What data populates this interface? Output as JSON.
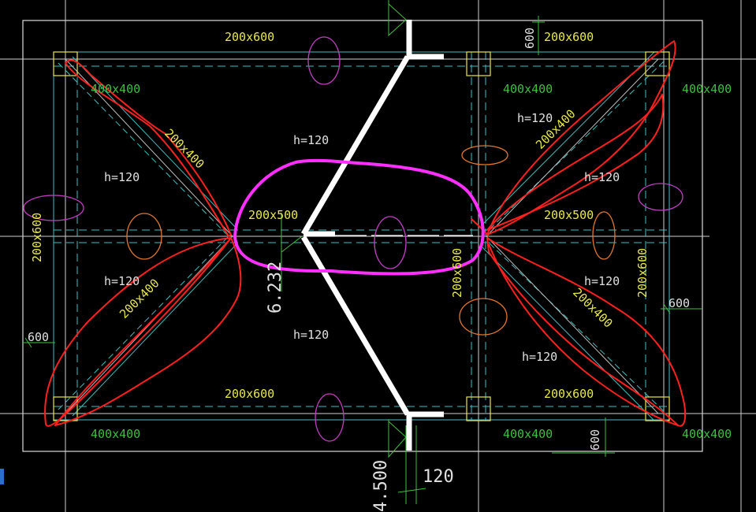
{
  "labels": {
    "beam_top_left": "200x600",
    "beam_top_right": "200x600",
    "beam_bottom_left": "200x600",
    "beam_bottom_right": "200x600",
    "beam_left_vertical": "200x600",
    "beam_mid_vertical": "200x600",
    "beam_right_vertical": "200x600",
    "beam_center_left": "200x500",
    "beam_center_right": "200x500",
    "diag_beam_tl": "200x400",
    "diag_beam_bl": "200x400",
    "diag_beam_tr": "200x400",
    "diag_beam_br": "200x400",
    "col_tl": "400x400",
    "col_tr_inner": "400x400",
    "col_tr_outer": "400x400",
    "col_bl": "400x400",
    "col_br_inner": "400x400",
    "col_br_outer": "400x400",
    "slab_tl": "h=120",
    "slab_bl": "h=120",
    "slab_top_center": "h=120",
    "slab_bottom_center": "h=120",
    "slab_tr_upper": "h=120",
    "slab_tr_lower": "h=120",
    "slab_br_upper": "h=120",
    "slab_br_lower": "h=120",
    "dim_600_top": "600",
    "dim_600_left": "600",
    "dim_600_right": "600",
    "dim_600_bottom": "600",
    "elev_mid": "6.232",
    "elev_bottom": "4.500",
    "wall_thickness": "120"
  },
  "colors": {
    "background": "#000000",
    "beam_text": "#e8e84a",
    "column_text": "#3fbf3f",
    "axis": "#ffffff",
    "dashed_beam": "#3fbfbf",
    "markup_red": "#ff2020",
    "markup_magenta": "#ff30ff",
    "ellipse_orange": "#e07830",
    "ellipse_purple": "#c040c0"
  }
}
